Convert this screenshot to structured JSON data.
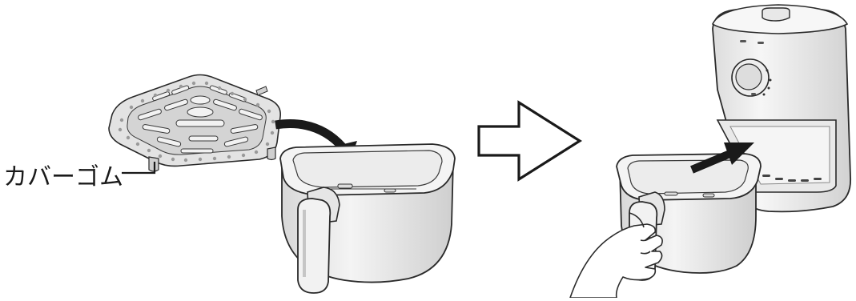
{
  "figure": {
    "callout_label": "カバーゴム",
    "steps": [
      {
        "name": "place-tray-into-basket",
        "icon": "curved-arrow-icon"
      },
      {
        "name": "insert-basket-into-fryer",
        "icon": "straight-arrow-icon"
      }
    ],
    "transition_icon": "hollow-right-arrow-icon",
    "colors": {
      "line": "#2a2a2a",
      "body": "#f1f1f1",
      "shade": "#d9d9d9",
      "tray": "#e2e2e2",
      "arrow": "#1a1a1a"
    }
  }
}
